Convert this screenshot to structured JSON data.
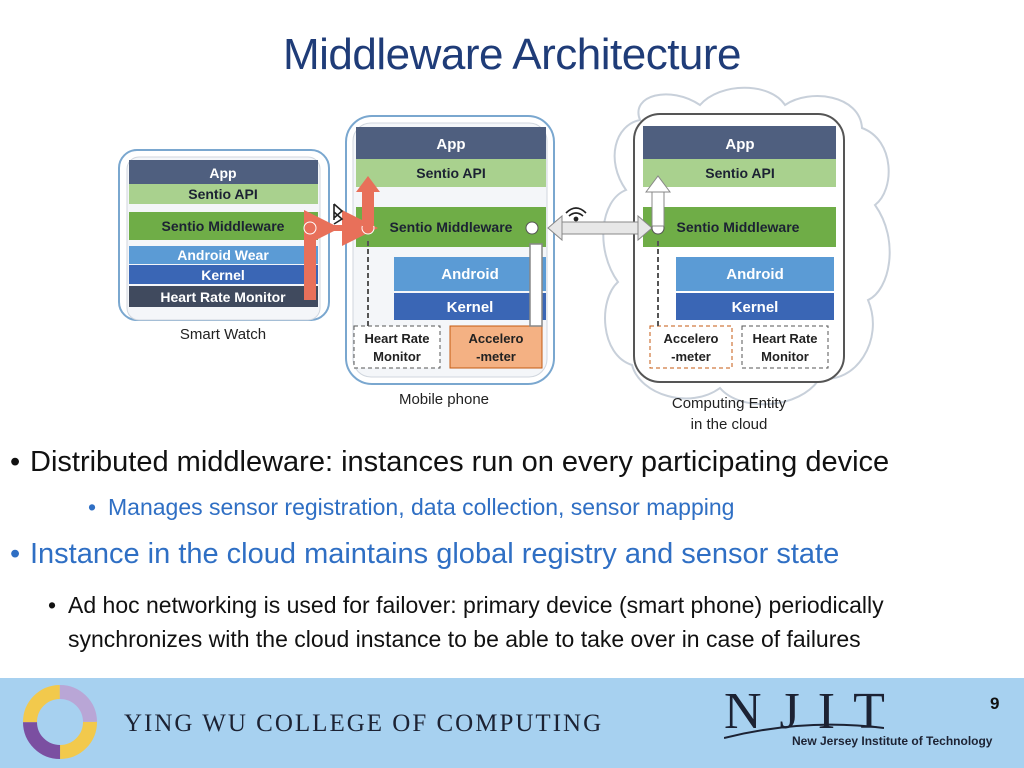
{
  "title": "Middleware Architecture",
  "diagram": {
    "smart_watch": {
      "caption": "Smart Watch",
      "layers": [
        "App",
        "Sentio API",
        "Sentio Middleware",
        "Android Wear",
        "Kernel",
        "Heart Rate Monitor"
      ]
    },
    "mobile_phone": {
      "caption": "Mobile phone",
      "layers": [
        "App",
        "Sentio API",
        "Sentio Middleware",
        "Android",
        "Kernel"
      ],
      "sensors": [
        [
          "Heart Rate",
          "Monitor"
        ],
        [
          "Accelero",
          "-meter"
        ]
      ]
    },
    "cloud": {
      "caption": [
        "Computing Entity",
        "in the cloud"
      ],
      "layers": [
        "App",
        "Sentio API",
        "Sentio Middleware",
        "Android",
        "Kernel"
      ],
      "sensors": [
        [
          "Accelero",
          "-meter"
        ],
        [
          "Heart Rate",
          "Monitor"
        ]
      ]
    },
    "icons": [
      "bluetooth-icon",
      "wifi-icon"
    ],
    "colors": {
      "app": "#4f5f7f",
      "api": "#a9d18e",
      "middleware": "#6fad47",
      "android": "#5b9bd5",
      "kernel": "#3a66b5",
      "hrm": "#404a5e",
      "arrow_red": "#e8705a",
      "sensor_orange": "#f4b183"
    }
  },
  "bullets": {
    "b1": "Distributed middleware: instances run on every participating device",
    "b2": "Manages sensor registration, data collection, sensor mapping",
    "b3": "Instance in the cloud maintains global registry and sensor state",
    "b4": "Ad hoc networking is used for failover: primary device (smart phone) periodically synchronizes with the cloud instance to be able to take over in case of failures",
    "bullet_char": "•"
  },
  "footer": {
    "college": "YING WU COLLEGE OF COMPUTING",
    "logo_text": "NJIT",
    "logo_subtitle": "New Jersey Institute of Technology",
    "page_number": "9"
  }
}
